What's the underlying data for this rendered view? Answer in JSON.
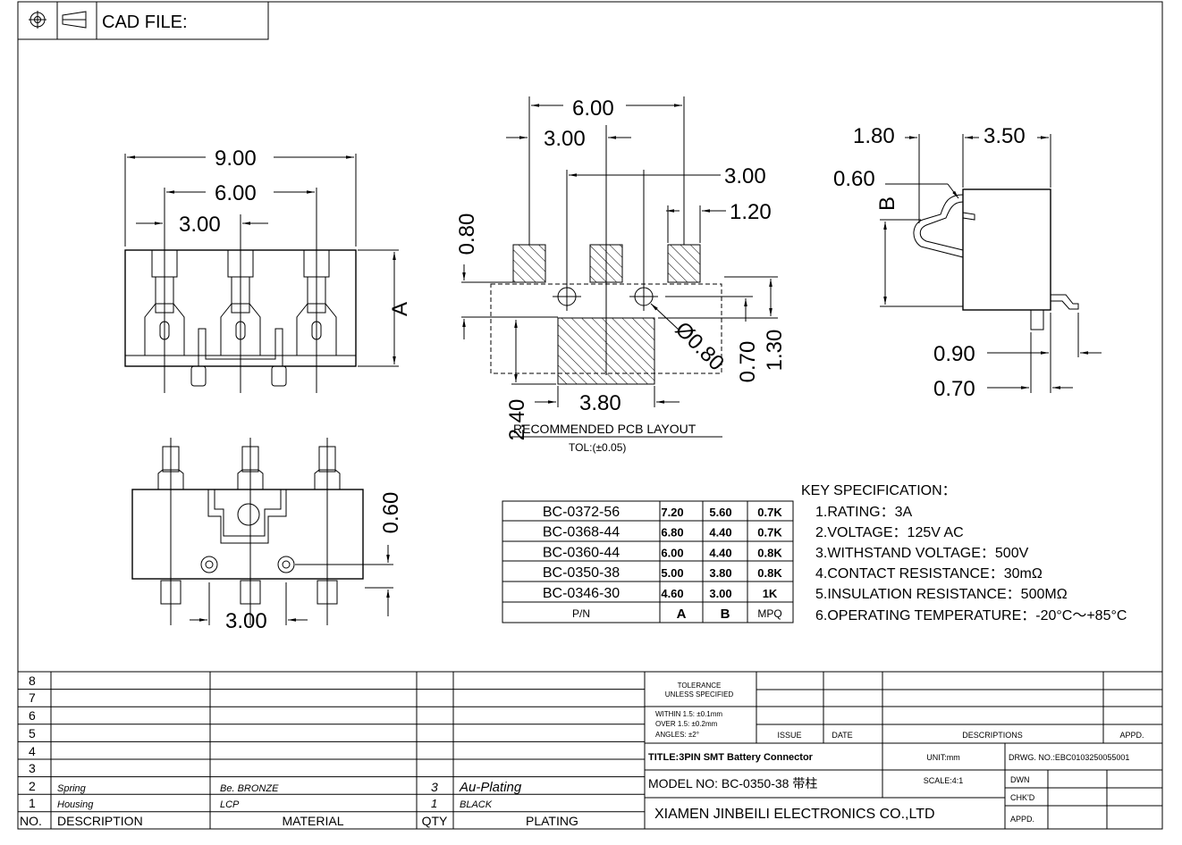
{
  "header": {
    "cad_file_label": "CAD FILE:",
    "projection_icon": "third-angle-projection-icon"
  },
  "views": {
    "front": {
      "dim_overall": "9.00",
      "dim_outer_pins": "6.00",
      "dim_pitch": "3.00",
      "dim_height": "A"
    },
    "bottom": {
      "dim_peg_pitch": "3.00",
      "dim_depth": "0.60"
    },
    "pcb": {
      "dim_total": "6.00",
      "dim_half": "3.00",
      "dim_right": "3.00",
      "dim_pad_w": "1.20",
      "dim_pad_h": "0.80",
      "dim_hole": "Ø0.80",
      "dim_070": "0.70",
      "dim_130": "1.30",
      "dim_big_w": "3.80",
      "dim_big_h": "2.40",
      "title": "RECOMMENDED PCB LAYOUT",
      "tolerance": "TOL:(±0.05)"
    },
    "side": {
      "dim_180": "1.80",
      "dim_350": "3.50",
      "dim_060": "0.60",
      "dim_B": "B",
      "dim_090": "0.90",
      "dim_070": "0.70"
    }
  },
  "spec": {
    "title": "KEY SPECIFICATION：",
    "items": [
      "1.RATING：3A",
      "2.VOLTAGE：125V AC",
      "3.WITHSTAND VOLTAGE：500V",
      "4.CONTACT RESISTANCE：30mΩ",
      "5.INSULATION RESISTANCE：500MΩ",
      "6.OPERATING TEMPERATURE：-20°C～+85°C"
    ]
  },
  "pn_table": {
    "headers": [
      "P/N",
      "A",
      "B",
      "MPQ"
    ],
    "rows": [
      [
        "BC-0372-56",
        "7.20",
        "5.60",
        "0.7K"
      ],
      [
        "BC-0368-44",
        "6.80",
        "4.40",
        "0.7K"
      ],
      [
        "BC-0360-44",
        "6.00",
        "4.40",
        "0.8K"
      ],
      [
        "BC-0350-38",
        "5.00",
        "3.80",
        "0.8K"
      ],
      [
        "BC-0346-30",
        "4.60",
        "3.00",
        "1K"
      ]
    ]
  },
  "bom": {
    "row_numbers": [
      "8",
      "7",
      "6",
      "5",
      "4",
      "3",
      "2",
      "1"
    ],
    "rows": [
      {
        "no": "2",
        "desc": "Spring",
        "material": "Be. BRONZE",
        "qty": "3",
        "plating": "Au-Plating"
      },
      {
        "no": "1",
        "desc": "Housing",
        "material": "LCP",
        "qty": "1",
        "plating": "BLACK"
      }
    ],
    "header": {
      "no": "NO.",
      "desc": "DESCRIPTION",
      "material": "MATERIAL",
      "qty": "QTY",
      "plating": "PLATING"
    }
  },
  "title_block": {
    "tolerance_head": "TOLERANCE",
    "tolerance_sub": "UNLESS SPECIFIED",
    "tol_line1": "WITHIN 1.5: ±0.1mm",
    "tol_line2": "OVER 1.5:  ±0.2mm",
    "tol_line3": "ANGLES: ±2°",
    "issue": "ISSUE",
    "date": "DATE",
    "descriptions": "DESCRIPTIONS",
    "appd": "APPD.",
    "title": "TITLE:3PIN SMT Battery Connector",
    "unit": "UNIT:mm",
    "drwg_no": "DRWG. NO.:EBC0103250055001",
    "model": "MODEL  NO: BC-0350-38 带柱",
    "scale": "SCALE:4:1",
    "dwn": "DWN",
    "chkd": "CHK'D",
    "company": "XIAMEN JINBEILI ELECTRONICS CO.,LTD",
    "appd2": "APPD."
  }
}
